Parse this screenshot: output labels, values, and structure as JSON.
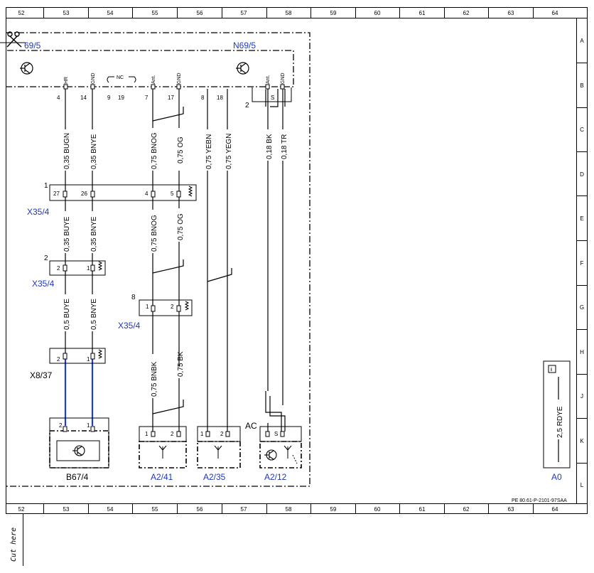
{
  "grid": {
    "columns": [
      "52",
      "53",
      "54",
      "55",
      "56",
      "57",
      "58",
      "59",
      "60",
      "61",
      "62",
      "63",
      "64"
    ],
    "rows": [
      "A",
      "B",
      "C",
      "D",
      "E",
      "F",
      "G",
      "H",
      "J",
      "K",
      "L"
    ]
  },
  "components": {
    "n69_left": "69/5",
    "n69_right": "N69/5",
    "x35_4_a": "X35/4",
    "x35_4_b": "X35/4",
    "x35_4_c": "X35/4",
    "x8_37": "X8/37",
    "b67_4": "B67/4",
    "a2_41": "A2/41",
    "a2_35": "A2/35",
    "a2_12": "A2/12",
    "a0": "A0",
    "ac": "AC"
  },
  "connector_top_pins": {
    "hr": "HR",
    "gnd1": "GND",
    "nc": "NC",
    "ant1": "Ant.",
    "gnd2": "GND",
    "ant2": "Ant.",
    "gnd3": "GND",
    "p4": "4",
    "p14": "14",
    "p9": "9",
    "p19": "19",
    "p7": "7",
    "p17": "17",
    "p8": "8",
    "p18": "18",
    "s": "S",
    "two": "2"
  },
  "wires": {
    "w1": "0,35 BUGN",
    "w2": "0,35 BNYE",
    "w3": "0,75 BNOG",
    "w4": "0,75 OG",
    "w5": "0,75 YEBN",
    "w6": "0,75 YEGN",
    "w7": "0,18 BK",
    "w8": "0,18 TR",
    "w9": "0,35 BUYE",
    "w10": "0,35 BNYE",
    "w11": "0,75 BNOG",
    "w12": "0,75 OG",
    "w13": "0,5 BUYE",
    "w14": "0,5 BNYE",
    "w15": "0,75 BNBK",
    "w16": "0,75 BK",
    "a0wire": "2,5 RDYE"
  },
  "connector_labels": {
    "c1": "1",
    "p27": "27",
    "p26": "26",
    "p4b": "4",
    "p5": "5",
    "c2": "2",
    "c2p2": "2",
    "c2p1": "1",
    "c8": "8",
    "c8p1": "1",
    "c8p2": "2",
    "x8p2": "2",
    "x8p1": "1",
    "b67p2": "2",
    "b67p1": "1",
    "a241p1": "1",
    "a241p2": "2",
    "a235p1": "1",
    "a235p2": "2",
    "a212s": "S"
  },
  "footer": {
    "doc_id": "PE 80.61-P-2101-97SAA",
    "cut_here": "Cut here"
  },
  "colors": {
    "blue_label": "#1c37c8",
    "blue_wire": "#1a3fd6"
  }
}
